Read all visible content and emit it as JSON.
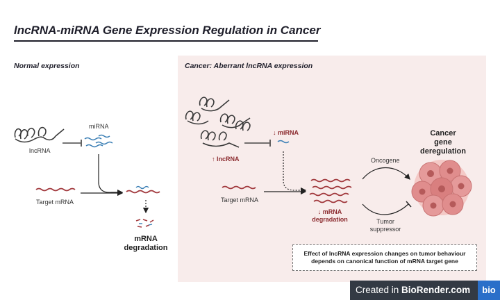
{
  "title": "lncRNA-miRNA Gene Expression Regulation in Cancer",
  "normal": {
    "heading": "Normal expression",
    "lncrna_label": "lncRNA",
    "mirna_label": "miRNA",
    "target_label": "Target mRNA",
    "degradation_line1": "mRNA",
    "degradation_line2": "degradation"
  },
  "cancer": {
    "heading": "Cancer: Aberrant lncRNA expression",
    "mirna_label": "↓ miRNA",
    "lncrna_label": "↑ lncRNA",
    "target_label": "Target mRNA",
    "degradation_line1": "↓ mRNA",
    "degradation_line2": "degradation",
    "oncogene_label": "Oncogene",
    "tumor_label_line1": "Tumor",
    "tumor_label_line2": "suppressor",
    "outcome_line1": "Cancer",
    "outcome_line2": "gene",
    "outcome_line3": "deregulation",
    "effect_line1": "Effect of lncRNA expression changes on tumor behaviour",
    "effect_line2": "depends on canonical function of mRNA target gene"
  },
  "badge": {
    "prefix": "Created in ",
    "brand": "BioRender.com",
    "logo": "bio"
  },
  "colors": {
    "rna_dark": "#3a3a3a",
    "mirna_blue": "#3b7fb5",
    "mrna_red": "#a23a3e",
    "cancer_panel": "#f8eceb",
    "tumor_pink": "#e59a9a"
  }
}
